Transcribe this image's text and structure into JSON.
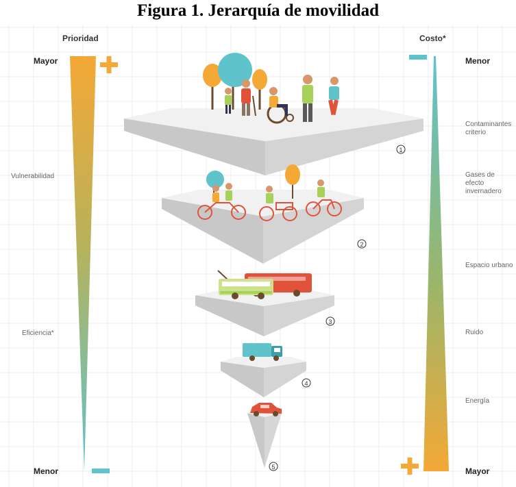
{
  "title": "Figura 1. Jerarquía de movilidad",
  "left_axis": {
    "heading": "Prioridad",
    "top_label": "Mayor",
    "bottom_label": "Menor",
    "criteria": [
      "Vulnerabilidad",
      "Eficiencia*"
    ]
  },
  "right_axis": {
    "heading": "Costo*",
    "top_label": "Menor",
    "bottom_label": "Mayor",
    "criteria": [
      "Contaminantes criterio",
      "Gases de efecto invernadero",
      "Espacio urbano",
      "Ruido",
      "Energía"
    ]
  },
  "levels": [
    {
      "number": "①",
      "icon": "pedestrians-icon"
    },
    {
      "number": "②",
      "icon": "cyclists-icon"
    },
    {
      "number": "③",
      "icon": "public-transport-icon"
    },
    {
      "number": "④",
      "icon": "freight-truck-icon"
    },
    {
      "number": "⑤",
      "icon": "private-car-icon"
    }
  ],
  "colors": {
    "orange": "#f4a836",
    "teal": "#5fc3cc",
    "platform_top": "#f2f2f2",
    "platform_side": "#c9c9c9"
  }
}
